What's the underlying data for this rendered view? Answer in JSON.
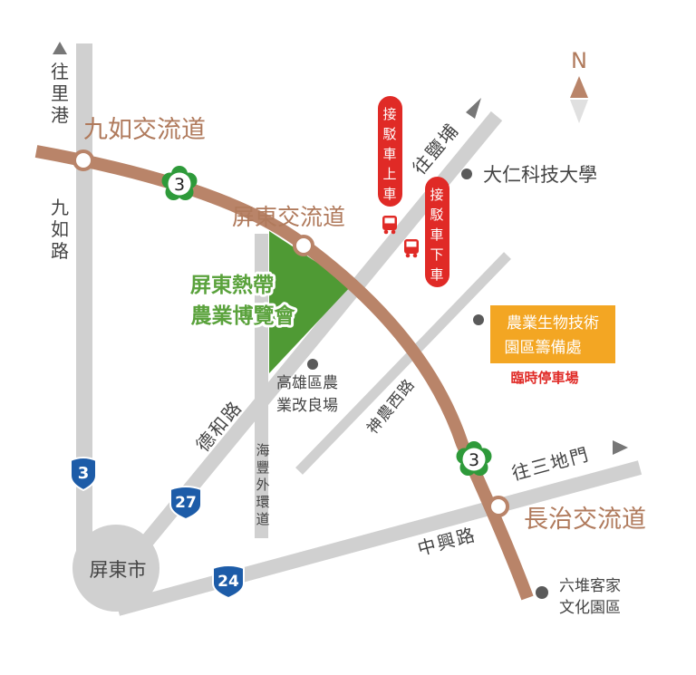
{
  "colors": {
    "road": "#d0d0d0",
    "highway": "#b98469",
    "brown_text": "#b07a5c",
    "green_badge": "#2e9a3a",
    "expo_fill": "#4f9a34",
    "expo_text": "#5aa23c",
    "shuttle_red": "#e02a26",
    "yellow_box": "#f3a623",
    "blue_shield": "#1d5ca8",
    "dark_text": "#444444",
    "poi_dot": "#5a5a5a"
  },
  "compass": {
    "letter": "N",
    "icon": "north-arrow-icon"
  },
  "roads": {
    "to_ligang": "往里港",
    "jiuru_rd": "九如路",
    "dehe_rd": "德和路",
    "haifeng": "海豐外環道",
    "shennong_w": "神農西路",
    "zhongxing": "中興路",
    "to_yanpu": "往鹽埔",
    "to_sandimen": "往三地門"
  },
  "interchanges": {
    "jiuru": "九如交流道",
    "pingtung": "屏東交流道",
    "changzhi": "長治交流道"
  },
  "highway_shields": {
    "prov3": "3",
    "nat3": "3",
    "prov27": "27",
    "prov24": "24"
  },
  "city": {
    "label": "屏東市"
  },
  "expo": {
    "line1": "屏東熱帶",
    "line2": "農業博覽會"
  },
  "shuttle": {
    "pickup": "接駁車上車",
    "dropoff": "接駁車下車",
    "icon": "bus-icon"
  },
  "pois": {
    "tajen": "大仁科技大學",
    "kaohsiung_dais_1": "高雄區農",
    "kaohsiung_dais_2": "業改良場",
    "biotech_line1": "農業生物技術",
    "biotech_line2": "園區籌備處",
    "temp_parking": "臨時停車場",
    "liudui_1": "六堆客家",
    "liudui_2": "文化園區"
  }
}
